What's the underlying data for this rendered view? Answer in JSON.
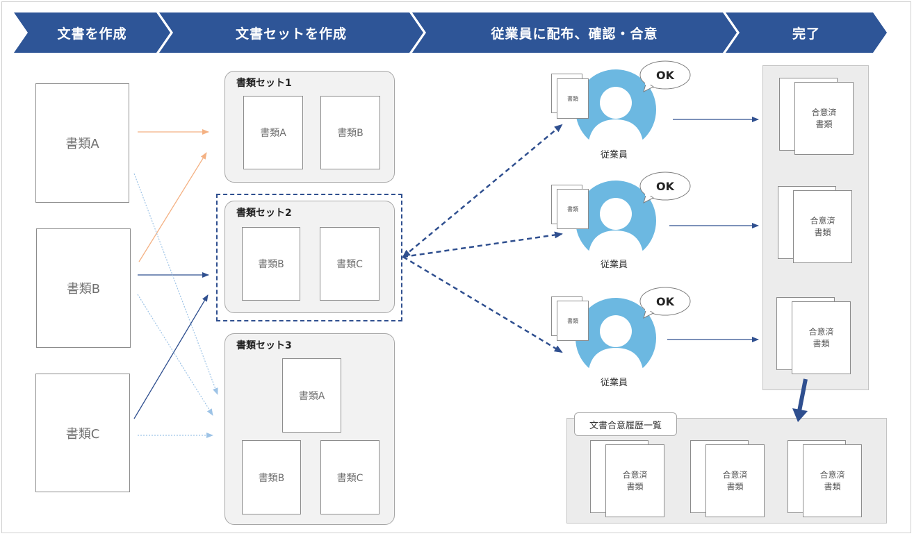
{
  "stages": [
    "文書を作成",
    "文書セットを作成",
    "従業員に配布、確認・合意",
    "完了"
  ],
  "source_docs": [
    "書類A",
    "書類B",
    "書類C"
  ],
  "sets": [
    {
      "title": "書類セット1",
      "docs": [
        "書類A",
        "書類B"
      ]
    },
    {
      "title": "書類セット2",
      "docs": [
        "書類B",
        "書類C"
      ]
    },
    {
      "title": "書類セット3",
      "docs": [
        "書類A",
        "書類B",
        "書類C"
      ]
    }
  ],
  "employee": {
    "label": "従業員",
    "held_doc": "書類",
    "reply": "OK"
  },
  "completed": {
    "line1": "合意済",
    "line2": "書類"
  },
  "history": {
    "label": "文書合意履歴一覧"
  },
  "colors": {
    "stage": "#2e5597",
    "orange": "#f4b183",
    "navy": "#2f4f8f",
    "light_blue": "#9dc3e6",
    "avatar": "#6cb8e1"
  }
}
